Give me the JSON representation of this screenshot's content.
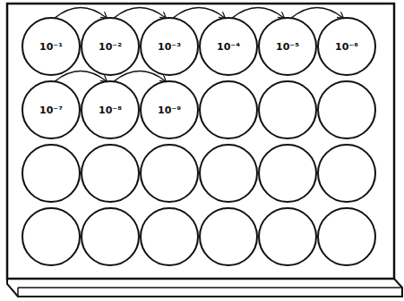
{
  "diagram": {
    "nodes": [
      {
        "text": [
          "10⁻¹"
        ]
      },
      {
        "text": [
          "10⁻²"
        ]
      },
      {
        "text": [
          "10⁻³"
        ]
      },
      {
        "text": [
          "10⁻⁴"
        ]
      },
      {
        "text": [
          "10⁻⁵"
        ]
      },
      {
        "text": [
          "10⁻⁶"
        ]
      },
      {
        "text": [
          "10⁻⁷"
        ]
      },
      {
        "text": [
          "10⁻⁸"
        ]
      },
      {
        "text": [
          "10⁻⁹"
        ]
      }
    ],
    "edges": [
      {
        "from": 0,
        "to": 1,
        "arrow": "to"
      },
      {
        "from": 1,
        "to": 2,
        "arrow": "to"
      },
      {
        "from": 2,
        "to": 3,
        "arrow": "to"
      },
      {
        "from": 3,
        "to": 4,
        "arrow": "to"
      },
      {
        "from": 4,
        "to": 5,
        "arrow": "to"
      },
      {
        "from": 6,
        "to": 7,
        "arrow": "to"
      },
      {
        "from": 7,
        "to": 8,
        "arrow": "to"
      }
    ]
  }
}
